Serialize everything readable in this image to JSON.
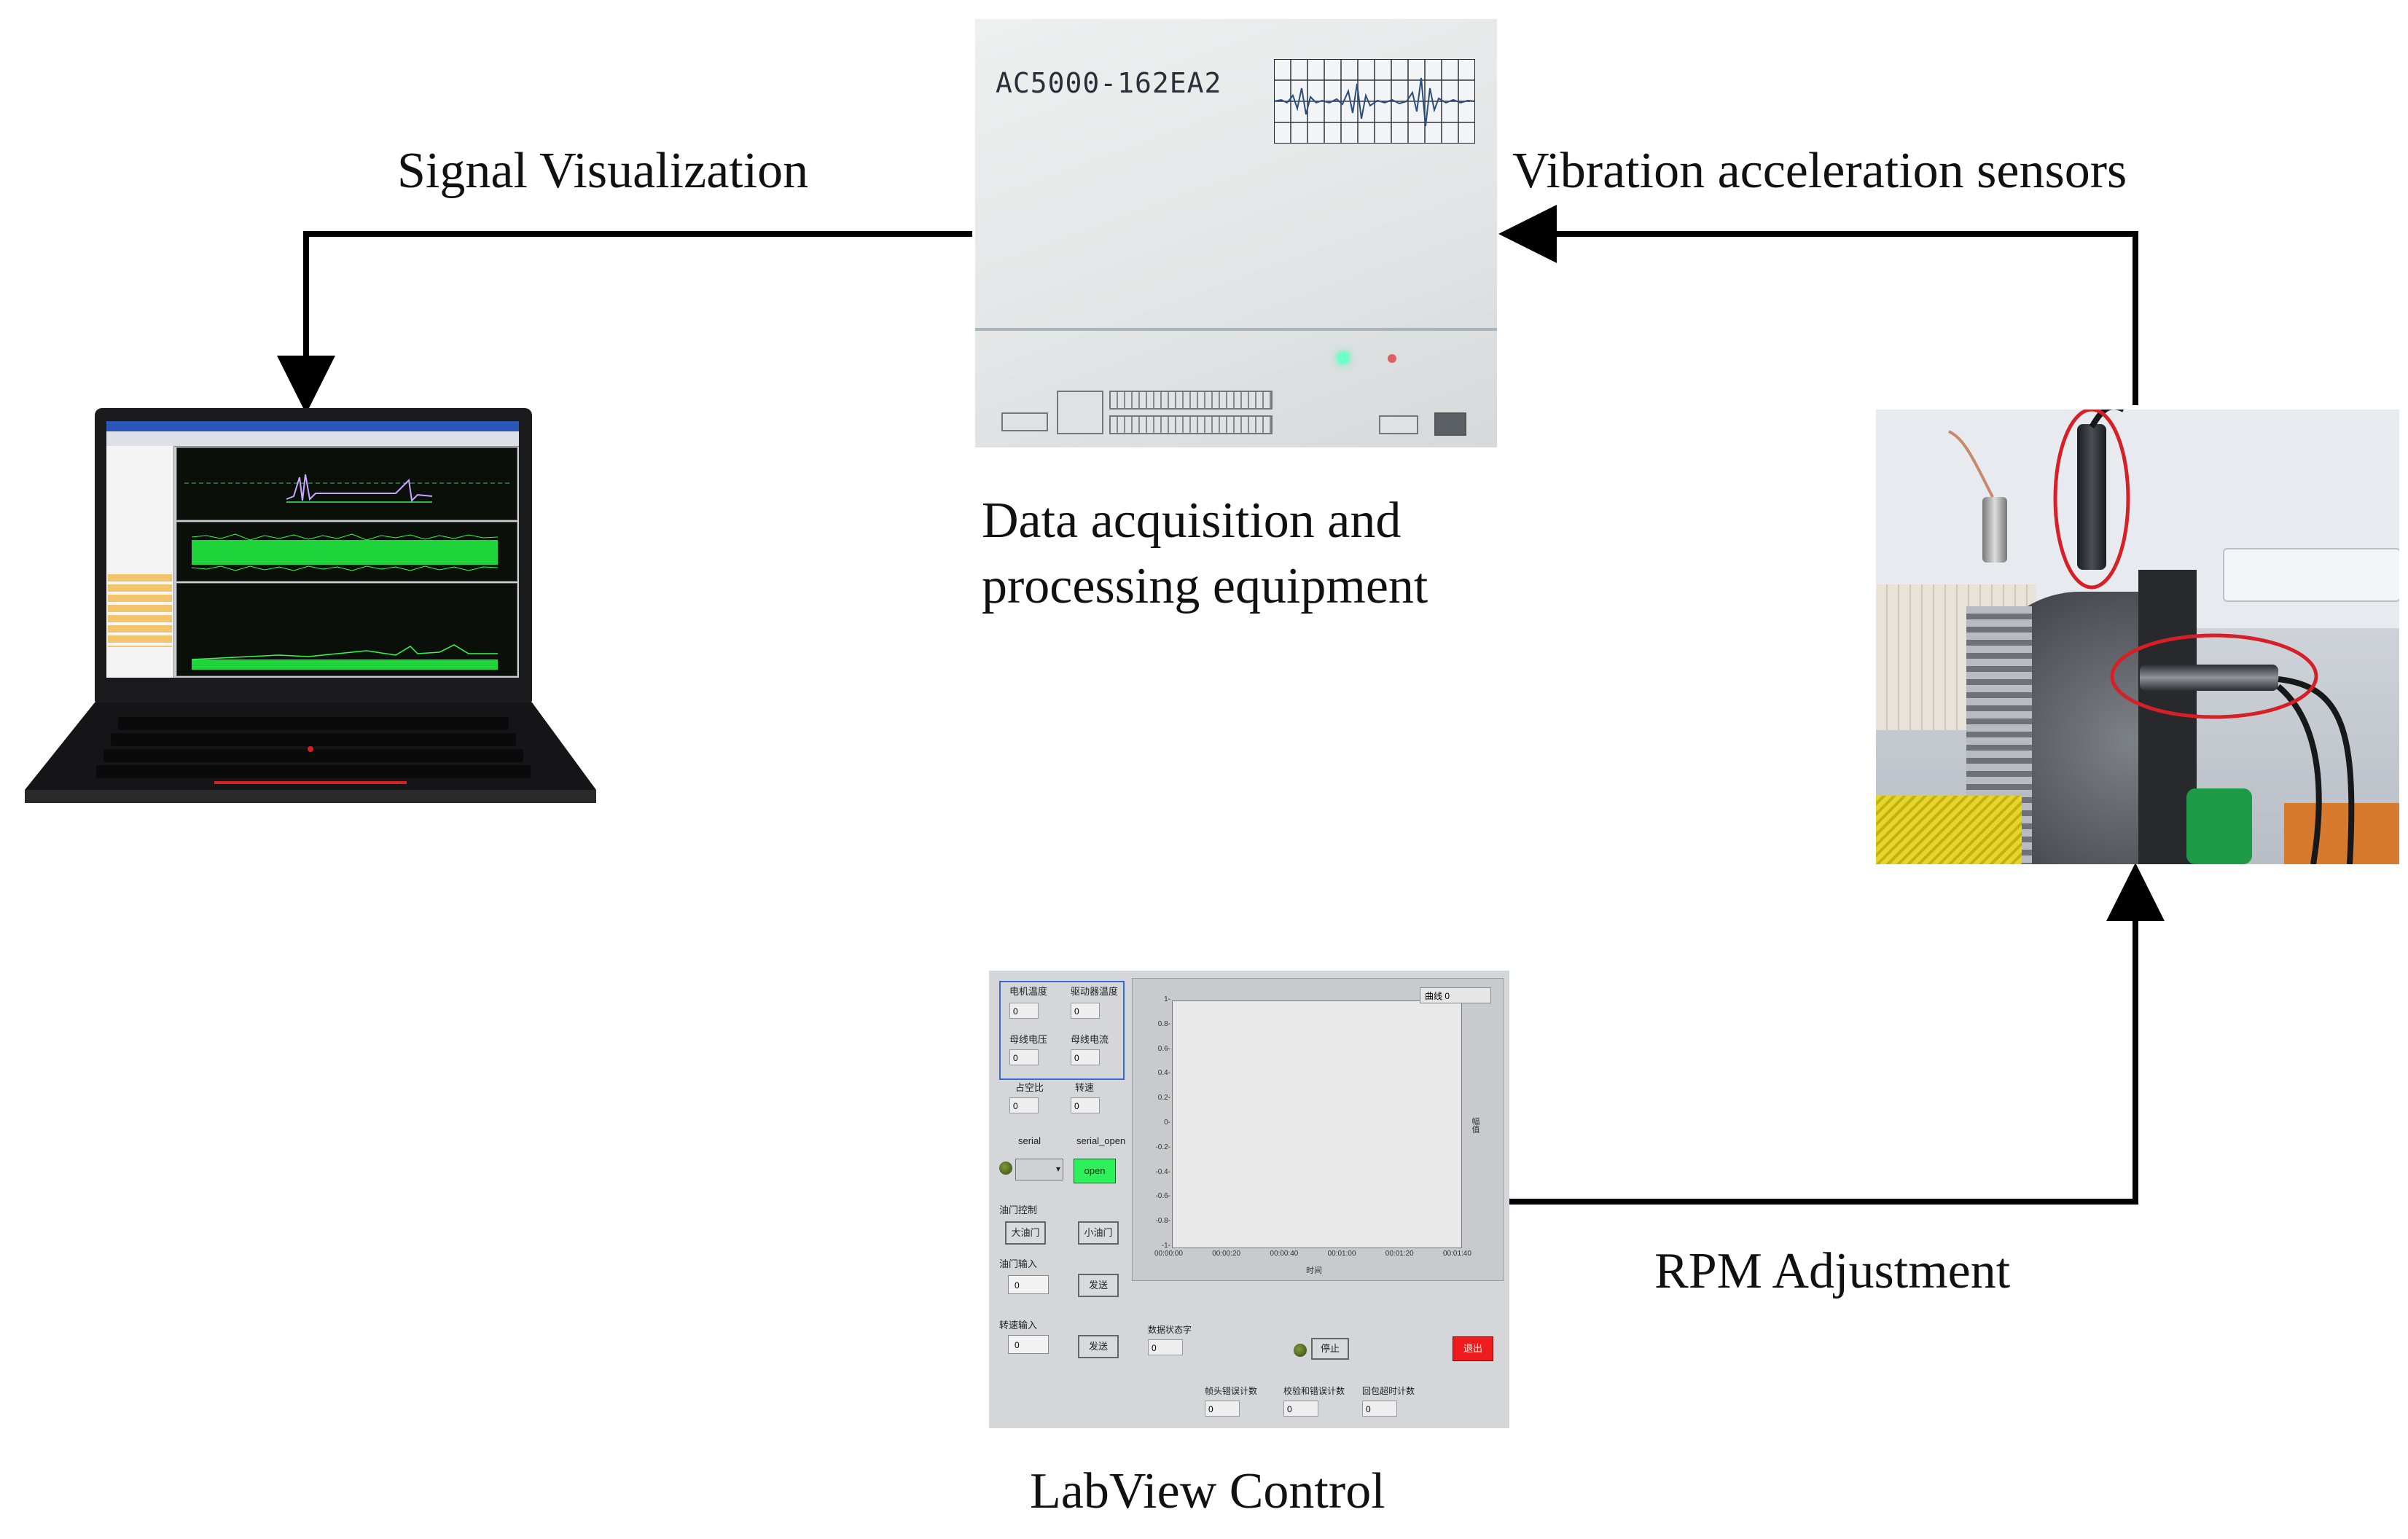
{
  "labels": {
    "signal_visualization": "Signal Visualization",
    "vibration_sensors": "Vibration acceleration sensors",
    "daq_line1": "Data acquisition and",
    "daq_line2": "processing equipment",
    "rpm_adjustment": "RPM Adjustment",
    "labview_control": "LabView Control"
  },
  "daq": {
    "model": "AC5000-162EA2"
  },
  "labview_panel": {
    "fields": [
      {
        "label": "电机温度",
        "value": "0"
      },
      {
        "label": "驱动器温度",
        "value": "0"
      },
      {
        "label": "母线电压",
        "value": "0"
      },
      {
        "label": "母线电流",
        "value": "0"
      },
      {
        "label": "占空比",
        "value": "0"
      },
      {
        "label": "转速",
        "value": "0"
      }
    ],
    "serial_label": "serial",
    "serial_open_label": "serial_open",
    "open_button": "open",
    "gate_control_label": "油门控制",
    "big_gate_button": "大油门",
    "small_gate_button": "小油门",
    "gate_input_label": "油门输入",
    "gate_input_value": "0",
    "send_button": "发送",
    "speed_input_label": "转速输入",
    "speed_input_value": "0",
    "send_button2": "发送",
    "plot_legend": "曲线 0",
    "plot_y_ticks": [
      "1-",
      "0.8-",
      "0.6-",
      "0.4-",
      "0.2-",
      "0-",
      "-0.2-",
      "-0.4-",
      "-0.6-",
      "-0.8-",
      "-1-"
    ],
    "plot_x_ticks": [
      "00:00:00",
      "00:00:20",
      "00:00:40",
      "00:01:00",
      "00:01:20",
      "00:01:40"
    ],
    "plot_x_label": "时间",
    "plot_y_label": "幅值",
    "status_label": "数据状态字",
    "status_value": "0",
    "stop_button": "停止",
    "exit_button": "退出",
    "counters": [
      {
        "label": "帧头错误计数",
        "value": "0"
      },
      {
        "label": "校验和错误计数",
        "value": "0"
      },
      {
        "label": "回包超时计数",
        "value": "0"
      }
    ]
  },
  "colors": {
    "arrow": "#000000",
    "highlight_ellipse": "#d61f26",
    "open_green": "#2ef05a",
    "exit_red": "#ee1c1c",
    "signal_green": "#22e03a"
  }
}
